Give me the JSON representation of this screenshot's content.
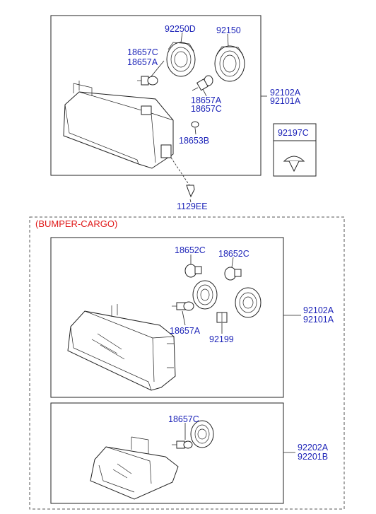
{
  "colors": {
    "label": "#1c23b8",
    "section_header": "#e01818",
    "line": "#222222"
  },
  "top_assembly": {
    "labels": {
      "ring_a": "92250D",
      "ring_b": "92150",
      "bulb_left_1": "18657C",
      "bulb_left_2": "18657A",
      "bulb_mid_1": "18657A",
      "bulb_mid_2": "18657C",
      "small_bulb": "18653B",
      "assembly_1": "92102A",
      "assembly_2": "92101A",
      "screw": "1129EE"
    }
  },
  "clip_box": {
    "label": "92197C"
  },
  "bumper_cargo": {
    "header": "(BUMPER-CARGO)",
    "headlamp": {
      "labels": {
        "bulb_left": "18652C",
        "bulb_right": "18652C",
        "bulb_main": "18657A",
        "socket": "92199",
        "assembly_1": "92102A",
        "assembly_2": "92101A"
      }
    },
    "fog_lamp": {
      "labels": {
        "bulb": "18657C",
        "assembly_1": "92202A",
        "assembly_2": "92201B"
      }
    }
  }
}
